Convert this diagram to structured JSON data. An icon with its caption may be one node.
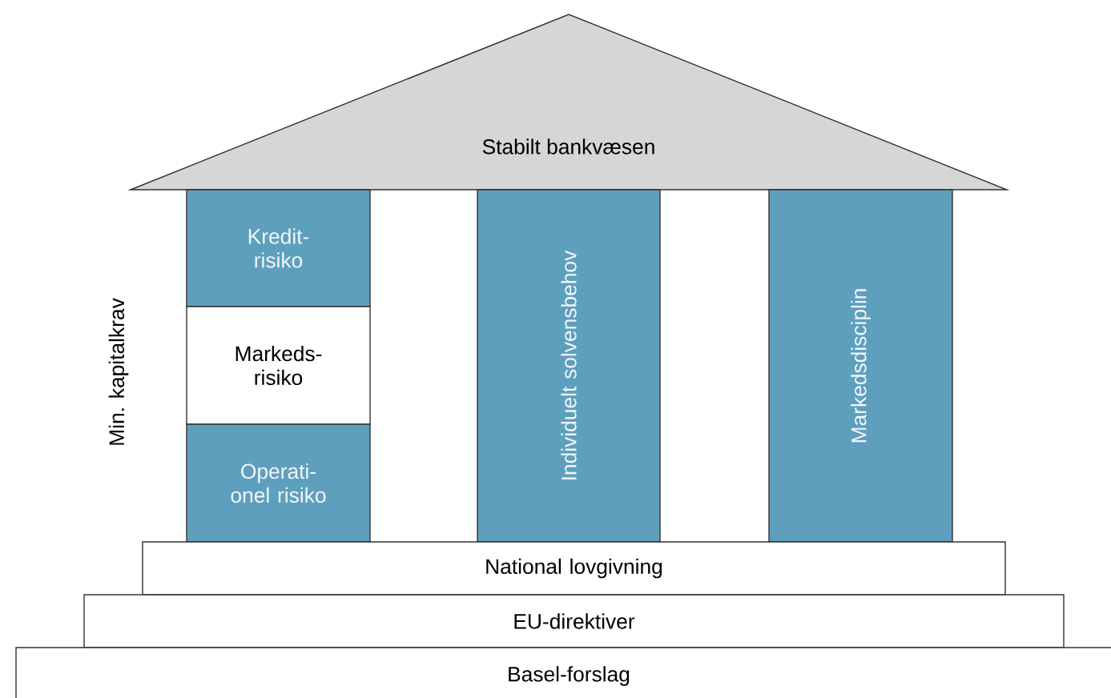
{
  "diagram": {
    "nodes": [
      {
        "text": [
          "Stabilt bankvæsen"
        ]
      },
      {
        "text": [
          "Kredit- risiko"
        ]
      },
      {
        "text": [
          "Markeds- risiko"
        ]
      },
      {
        "text": [
          "Operati- onel risiko"
        ]
      },
      {
        "text": [
          "Individuelt solvensbehov"
        ]
      },
      {
        "text": [
          "Markedsdisciplin"
        ]
      },
      {
        "text": [
          "National lovgivning"
        ]
      },
      {
        "text": [
          "EU-direktiver"
        ]
      },
      {
        "text": [
          "Basel-forslag"
        ]
      }
    ],
    "edges": [],
    "labels": [
      "Min. kapitalkrav"
    ]
  }
}
